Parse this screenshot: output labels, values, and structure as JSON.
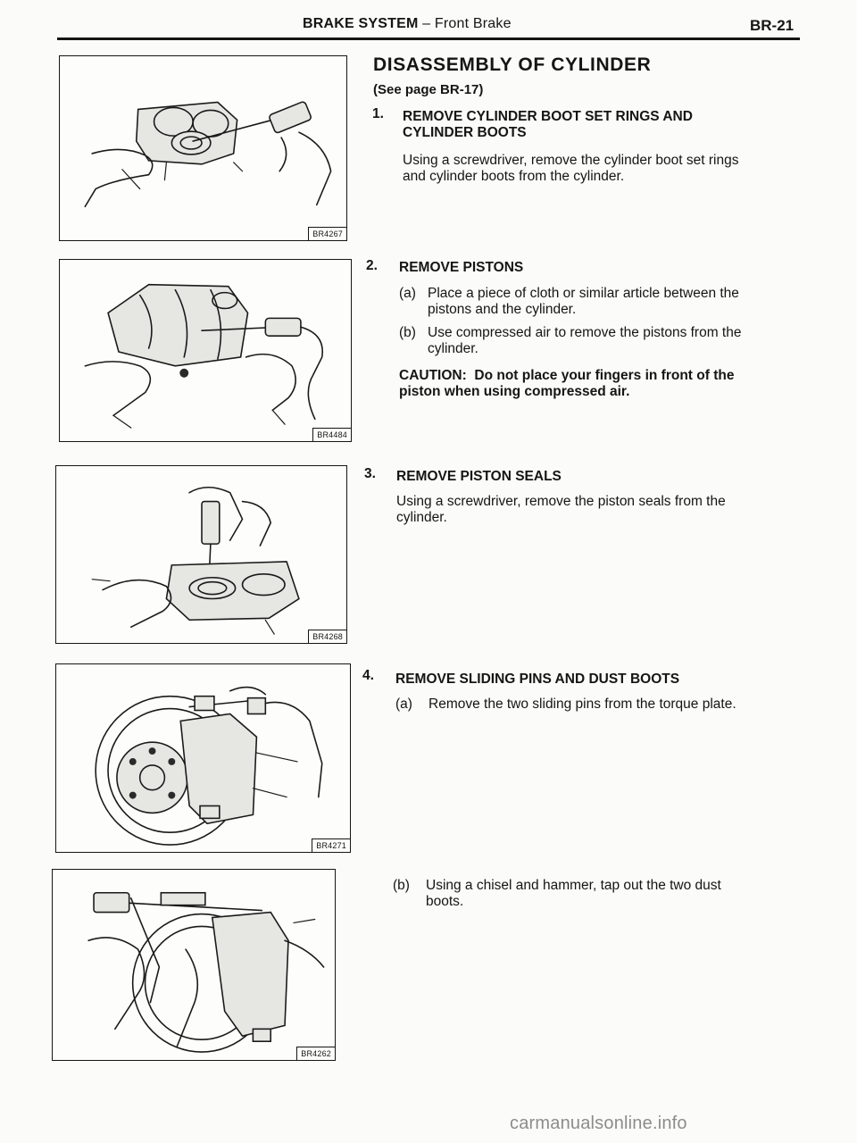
{
  "header": {
    "section": "BRAKE SYSTEM",
    "dash": " – ",
    "subsection": "Front Brake",
    "page_number": "BR-21"
  },
  "figures": [
    {
      "code": "BR4267",
      "icon": "screwdriver-boot-removal-illustration"
    },
    {
      "code": "BR4484",
      "icon": "compressed-air-piston-removal-illustration"
    },
    {
      "code": "BR4268",
      "icon": "piston-seal-removal-illustration"
    },
    {
      "code": "BR4271",
      "icon": "sliding-pin-removal-illustration"
    },
    {
      "code": "BR4262",
      "icon": "chisel-dust-boot-illustration"
    }
  ],
  "title": "DISASSEMBLY OF CYLINDER",
  "see_page": "(See page BR-17)",
  "steps": [
    {
      "number": "1.",
      "heading_lines": [
        "REMOVE CYLINDER BOOT SET RINGS AND",
        "CYLINDER BOOTS"
      ],
      "body_lines": [
        "Using a screwdriver, remove the cylinder boot set rings",
        "and cylinder boots from the cylinder."
      ]
    },
    {
      "number": "2.",
      "heading_lines": [
        "REMOVE PISTONS"
      ],
      "subitems": [
        {
          "label": "(a)",
          "lines": [
            "Place a piece of cloth or similar article between the",
            "pistons and the cylinder."
          ]
        },
        {
          "label": "(b)",
          "lines": [
            "Use compressed air to remove the pistons from the",
            "cylinder."
          ]
        }
      ],
      "caution_label": "CAUTION:",
      "caution_lines": [
        "Do not place your fingers in front of the",
        "piston when using compressed air."
      ]
    },
    {
      "number": "3.",
      "heading_lines": [
        "REMOVE PISTON SEALS"
      ],
      "body_lines": [
        "Using a screwdriver, remove the piston seals from the",
        "cylinder."
      ]
    },
    {
      "number": "4.",
      "heading_lines": [
        "REMOVE SLIDING PINS AND DUST BOOTS"
      ],
      "subitems": [
        {
          "label": "(a)",
          "lines": [
            "Remove the two sliding pins from the torque plate."
          ]
        },
        {
          "label": "(b)",
          "lines": [
            "Using a chisel and hammer, tap out the two dust",
            "boots."
          ]
        }
      ]
    }
  ],
  "watermark": "carmanualsonline.info"
}
